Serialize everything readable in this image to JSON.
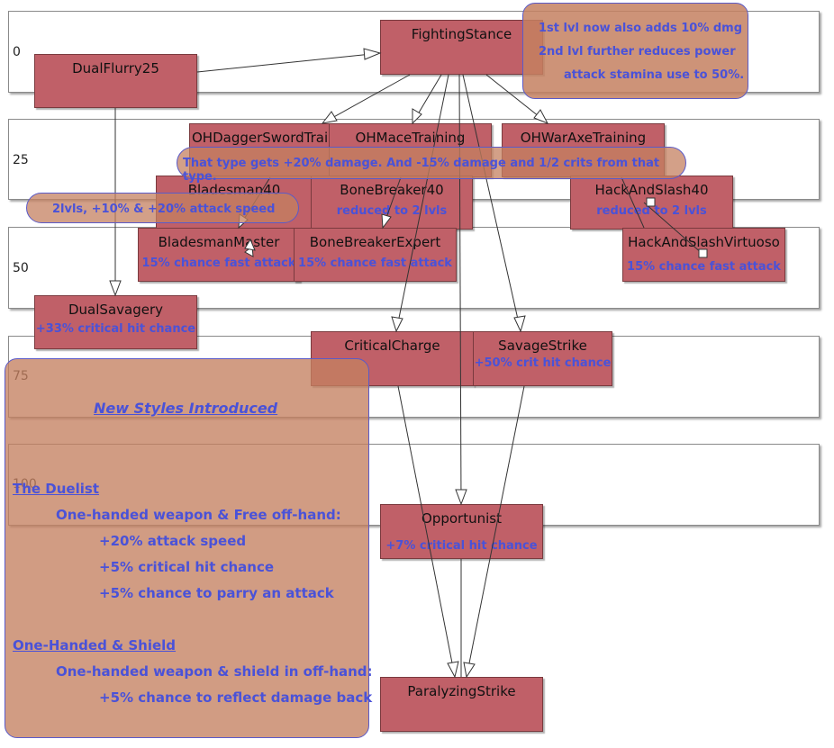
{
  "tiers": [
    {
      "label": "0"
    },
    {
      "label": "25"
    },
    {
      "label": "50"
    },
    {
      "label": "75"
    },
    {
      "label": "100"
    }
  ],
  "nodes": {
    "fighting_stance": {
      "title": "FightingStance"
    },
    "dual_flurry": {
      "title": "DualFlurry25"
    },
    "oh_dagger_sword": {
      "title": "OHDaggerSwordTraining"
    },
    "oh_mace": {
      "title": "OHMaceTraining"
    },
    "oh_waraxe": {
      "title": "OHWarAxeTraining"
    },
    "bladesman": {
      "title": "Bladesman40"
    },
    "bone_breaker": {
      "title": "BoneBreaker40",
      "desc": "reduced to 2 lvls"
    },
    "hack_and_slash": {
      "title": "HackAndSlash40",
      "desc": "reduced to 2 lvls"
    },
    "bladesman_master": {
      "title": "BladesmanMaster",
      "desc": "15% chance fast attack"
    },
    "bone_breaker_expert": {
      "title": "BoneBreakerExpert",
      "desc": "15% chance fast attack"
    },
    "hack_and_slash_virtuoso": {
      "title": "HackAndSlashVirtuoso",
      "desc": "15% chance fast attack"
    },
    "dual_savagery": {
      "title": "DualSavagery",
      "desc": "+33% critical hit chance"
    },
    "critical_charge": {
      "title": "CriticalCharge"
    },
    "savage_strike": {
      "title": "SavageStrike",
      "desc": "+50% crit hit chance"
    },
    "opportunist": {
      "title": "Opportunist",
      "desc": "+7% critical hit chance"
    },
    "paralyzing_strike": {
      "title": "ParalyzingStrike"
    }
  },
  "notes": {
    "fighting_stance": [
      "1st lvl now also adds 10% dmg",
      "2nd lvl further reduces power",
      "attack stamina use to 50%."
    ],
    "training": "That type gets +20% damage. And -15% damage and 1/2 crits from that type.",
    "bladesman": "2lvls, +10% & +20% attack speed"
  },
  "panel": {
    "heading": "New Styles Introduced",
    "duelist": {
      "title": "The Duelist",
      "requirement": "One-handed weapon & Free off-hand:",
      "bonuses": [
        "+20% attack speed",
        "+5% critical hit chance",
        "+5% chance to parry an attack"
      ]
    },
    "shield": {
      "title": "One-Handed & Shield",
      "requirement": "One-handed weapon & shield in off-hand:",
      "bonuses": [
        "+5% chance to reflect damage back"
      ]
    }
  },
  "colors": {
    "node_fill": "#c06068",
    "note_text": "#4a52d8",
    "note_fill": "#c48060",
    "band_border": "#8a8a8a"
  }
}
